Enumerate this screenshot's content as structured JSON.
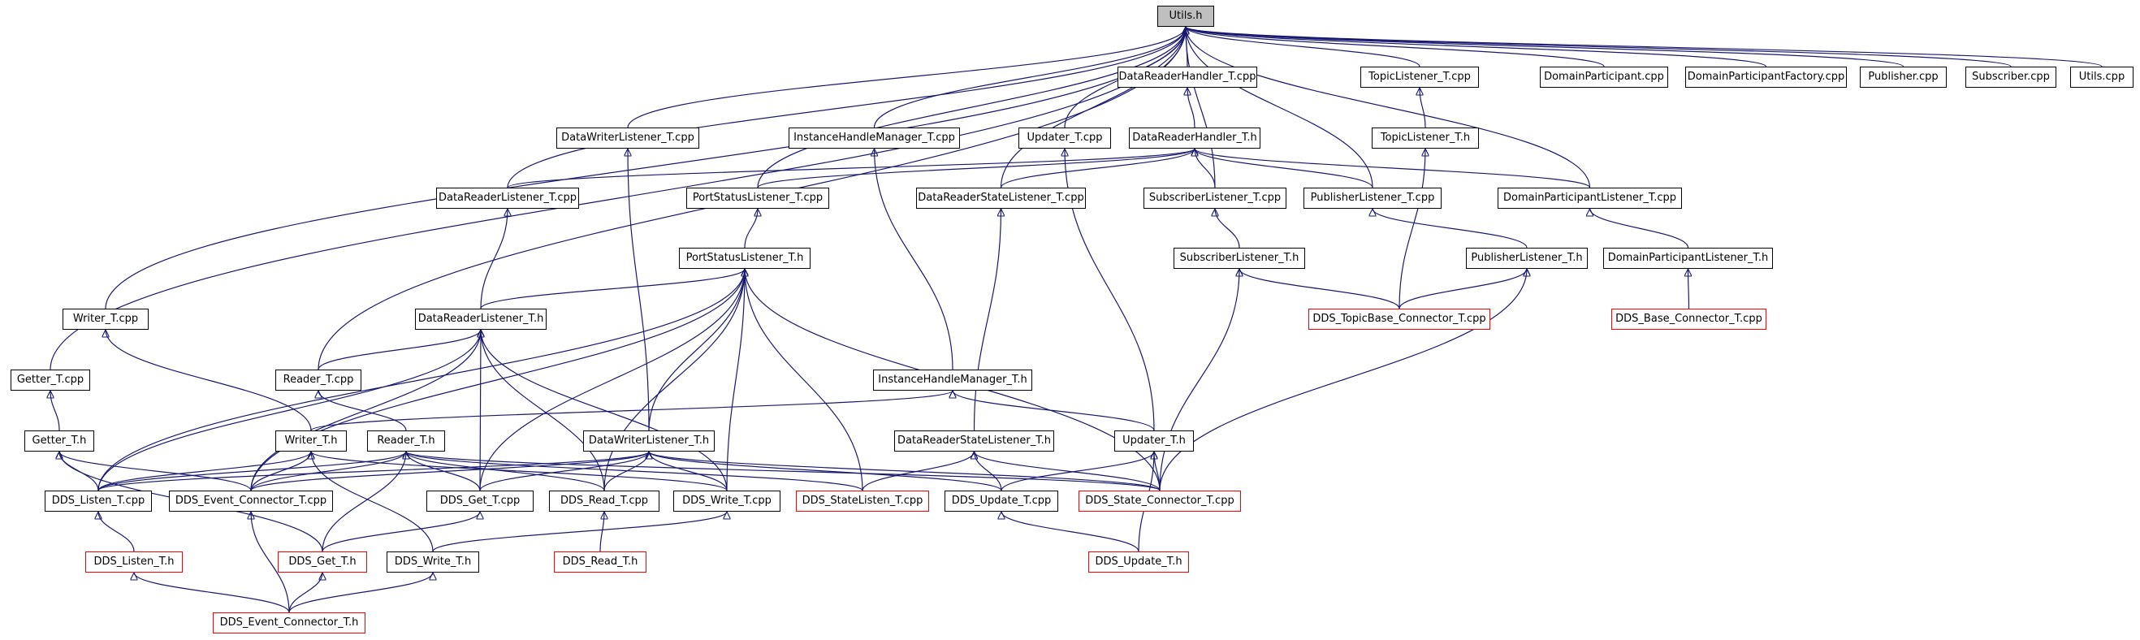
{
  "colors": {
    "edge": "#191970",
    "node_border": "#000000",
    "incomplete_border": "#ff0000",
    "root_fill": "#bfbfbf"
  },
  "nodes": {
    "utils_h": "Utils.h",
    "datareaderhandler_t_cpp": "DataReaderHandler_T.cpp",
    "topiclistener_t_cpp": "TopicListener_T.cpp",
    "domainparticipant_cpp": "DomainParticipant.cpp",
    "domainparticipantfactory_cpp": "DomainParticipantFactory.cpp",
    "publisher_cpp": "Publisher.cpp",
    "subscriber_cpp": "Subscriber.cpp",
    "utils_cpp": "Utils.cpp",
    "datawriterlistener_t_cpp": "DataWriterListener_T.cpp",
    "instancehandlemanager_t_cpp": "InstanceHandleManager_T.cpp",
    "updater_t_cpp": "Updater_T.cpp",
    "datareaderhandler_t_h": "DataReaderHandler_T.h",
    "topiclistener_t_h": "TopicListener_T.h",
    "datareaderlistener_t_cpp": "DataReaderListener_T.cpp",
    "portstatuslistener_t_cpp": "PortStatusListener_T.cpp",
    "datareaderstatelistener_t_cpp": "DataReaderStateListener_T.cpp",
    "subscriberlistener_t_cpp": "SubscriberListener_T.cpp",
    "publisherlistener_t_cpp": "PublisherListener_T.cpp",
    "domainparticipantlistener_t_cpp": "DomainParticipantListener_T.cpp",
    "portstatuslistener_t_h": "PortStatusListener_T.h",
    "subscriberlistener_t_h": "SubscriberListener_T.h",
    "publisherlistener_t_h": "PublisherListener_T.h",
    "domainparticipantlistener_t_h": "DomainParticipantListener_T.h",
    "writer_t_cpp": "Writer_T.cpp",
    "datareaderlistener_t_h": "DataReaderListener_T.h",
    "dds_topicbase_connector_t_cpp": "DDS_TopicBase_Connector_T.cpp",
    "dds_base_connector_t_cpp": "DDS_Base_Connector_T.cpp",
    "getter_t_cpp": "Getter_T.cpp",
    "reader_t_cpp": "Reader_T.cpp",
    "instancehandlemanager_t_h": "InstanceHandleManager_T.h",
    "getter_t_h": "Getter_T.h",
    "writer_t_h": "Writer_T.h",
    "reader_t_h": "Reader_T.h",
    "datawriterlistener_t_h": "DataWriterListener_T.h",
    "datareaderstatelistener_t_h": "DataReaderStateListener_T.h",
    "updater_t_h": "Updater_T.h",
    "dds_listen_t_cpp": "DDS_Listen_T.cpp",
    "dds_event_connector_t_cpp": "DDS_Event_Connector_T.cpp",
    "dds_get_t_cpp": "DDS_Get_T.cpp",
    "dds_read_t_cpp": "DDS_Read_T.cpp",
    "dds_write_t_cpp": "DDS_Write_T.cpp",
    "dds_statelisten_t_cpp": "DDS_StateListen_T.cpp",
    "dds_update_t_cpp": "DDS_Update_T.cpp",
    "dds_state_connector_t_cpp": "DDS_State_Connector_T.cpp",
    "dds_listen_t_h": "DDS_Listen_T.h",
    "dds_get_t_h": "DDS_Get_T.h",
    "dds_write_t_h": "DDS_Write_T.h",
    "dds_read_t_h": "DDS_Read_T.h",
    "dds_update_t_h": "DDS_Update_T.h",
    "dds_event_connector_t_h": "DDS_Event_Connector_T.h"
  },
  "edges": [
    [
      "datareaderhandler_t_cpp",
      "utils_h"
    ],
    [
      "topiclistener_t_cpp",
      "utils_h"
    ],
    [
      "domainparticipant_cpp",
      "utils_h"
    ],
    [
      "domainparticipantfactory_cpp",
      "utils_h"
    ],
    [
      "publisher_cpp",
      "utils_h"
    ],
    [
      "subscriber_cpp",
      "utils_h"
    ],
    [
      "utils_cpp",
      "utils_h"
    ],
    [
      "datawriterlistener_t_cpp",
      "utils_h"
    ],
    [
      "instancehandlemanager_t_cpp",
      "utils_h"
    ],
    [
      "updater_t_cpp",
      "utils_h"
    ],
    [
      "datareaderlistener_t_cpp",
      "utils_h"
    ],
    [
      "portstatuslistener_t_cpp",
      "utils_h"
    ],
    [
      "datareaderstatelistener_t_cpp",
      "utils_h"
    ],
    [
      "subscriberlistener_t_cpp",
      "utils_h"
    ],
    [
      "publisherlistener_t_cpp",
      "utils_h"
    ],
    [
      "domainparticipantlistener_t_cpp",
      "utils_h"
    ],
    [
      "writer_t_cpp",
      "utils_h"
    ],
    [
      "getter_t_cpp",
      "utils_h"
    ],
    [
      "reader_t_cpp",
      "utils_h"
    ],
    [
      "datareaderhandler_t_h",
      "datareaderhandler_t_cpp"
    ],
    [
      "topiclistener_t_h",
      "topiclistener_t_cpp"
    ],
    [
      "datareaderlistener_t_cpp",
      "datareaderhandler_t_h"
    ],
    [
      "portstatuslistener_t_cpp",
      "datareaderhandler_t_h"
    ],
    [
      "datareaderstatelistener_t_cpp",
      "datareaderhandler_t_h"
    ],
    [
      "subscriberlistener_t_cpp",
      "datareaderhandler_t_h"
    ],
    [
      "publisherlistener_t_cpp",
      "datareaderhandler_t_h"
    ],
    [
      "domainparticipantlistener_t_cpp",
      "datareaderhandler_t_h"
    ],
    [
      "portstatuslistener_t_h",
      "portstatuslistener_t_cpp"
    ],
    [
      "subscriberlistener_t_h",
      "subscriberlistener_t_cpp"
    ],
    [
      "publisherlistener_t_h",
      "publisherlistener_t_cpp"
    ],
    [
      "domainparticipantlistener_t_h",
      "domainparticipantlistener_t_cpp"
    ],
    [
      "datareaderlistener_t_h",
      "datareaderlistener_t_cpp"
    ],
    [
      "datareaderlistener_t_h",
      "portstatuslistener_t_h"
    ],
    [
      "dds_topicbase_connector_t_cpp",
      "topiclistener_t_h"
    ],
    [
      "dds_topicbase_connector_t_cpp",
      "subscriberlistener_t_h"
    ],
    [
      "dds_topicbase_connector_t_cpp",
      "publisherlistener_t_h"
    ],
    [
      "dds_base_connector_t_cpp",
      "domainparticipantlistener_t_h"
    ],
    [
      "getter_t_h",
      "getter_t_cpp"
    ],
    [
      "reader_t_h",
      "reader_t_cpp"
    ],
    [
      "reader_t_cpp",
      "datareaderlistener_t_h"
    ],
    [
      "writer_t_h",
      "writer_t_cpp"
    ],
    [
      "datawriterlistener_t_h",
      "datawriterlistener_t_cpp"
    ],
    [
      "datawriterlistener_t_h",
      "portstatuslistener_t_h"
    ],
    [
      "datareaderstatelistener_t_h",
      "datareaderstatelistener_t_cpp"
    ],
    [
      "updater_t_h",
      "updater_t_cpp"
    ],
    [
      "updater_t_h",
      "instancehandlemanager_t_h"
    ],
    [
      "writer_t_h",
      "instancehandlemanager_t_h"
    ],
    [
      "instancehandlemanager_t_h",
      "instancehandlemanager_t_cpp"
    ],
    [
      "dds_listen_t_cpp",
      "getter_t_h"
    ],
    [
      "dds_listen_t_cpp",
      "writer_t_h"
    ],
    [
      "dds_listen_t_cpp",
      "reader_t_h"
    ],
    [
      "dds_listen_t_cpp",
      "datawriterlistener_t_h"
    ],
    [
      "dds_listen_t_cpp",
      "datareaderlistener_t_h"
    ],
    [
      "dds_listen_t_cpp",
      "portstatuslistener_t_h"
    ],
    [
      "dds_event_connector_t_cpp",
      "getter_t_h"
    ],
    [
      "dds_event_connector_t_cpp",
      "writer_t_h"
    ],
    [
      "dds_event_connector_t_cpp",
      "reader_t_h"
    ],
    [
      "dds_event_connector_t_cpp",
      "datawriterlistener_t_h"
    ],
    [
      "dds_event_connector_t_cpp",
      "datareaderlistener_t_h"
    ],
    [
      "dds_event_connector_t_cpp",
      "portstatuslistener_t_h"
    ],
    [
      "dds_get_t_cpp",
      "reader_t_h"
    ],
    [
      "dds_get_t_cpp",
      "datawriterlistener_t_h"
    ],
    [
      "dds_get_t_cpp",
      "datareaderlistener_t_h"
    ],
    [
      "dds_get_t_cpp",
      "portstatuslistener_t_h"
    ],
    [
      "dds_read_t_cpp",
      "reader_t_h"
    ],
    [
      "dds_read_t_cpp",
      "datawriterlistener_t_h"
    ],
    [
      "dds_read_t_cpp",
      "datareaderlistener_t_h"
    ],
    [
      "dds_read_t_cpp",
      "portstatuslistener_t_h"
    ],
    [
      "dds_write_t_cpp",
      "writer_t_h"
    ],
    [
      "dds_write_t_cpp",
      "datawriterlistener_t_h"
    ],
    [
      "dds_write_t_cpp",
      "datareaderlistener_t_h"
    ],
    [
      "dds_write_t_cpp",
      "portstatuslistener_t_h"
    ],
    [
      "dds_statelisten_t_cpp",
      "reader_t_h"
    ],
    [
      "dds_statelisten_t_cpp",
      "datareaderstatelistener_t_h"
    ],
    [
      "dds_statelisten_t_cpp",
      "portstatuslistener_t_h"
    ],
    [
      "dds_update_t_cpp",
      "updater_t_h"
    ],
    [
      "dds_update_t_cpp",
      "datareaderstatelistener_t_h"
    ],
    [
      "dds_update_t_cpp",
      "datawriterlistener_t_h"
    ],
    [
      "dds_state_connector_t_cpp",
      "reader_t_h"
    ],
    [
      "dds_state_connector_t_cpp",
      "datawriterlistener_t_h"
    ],
    [
      "dds_state_connector_t_cpp",
      "datareaderstatelistener_t_h"
    ],
    [
      "dds_state_connector_t_cpp",
      "updater_t_h"
    ],
    [
      "dds_state_connector_t_cpp",
      "portstatuslistener_t_h"
    ],
    [
      "dds_state_connector_t_cpp",
      "subscriberlistener_t_h"
    ],
    [
      "dds_state_connector_t_cpp",
      "publisherlistener_t_h"
    ],
    [
      "dds_listen_t_h",
      "dds_listen_t_cpp"
    ],
    [
      "dds_get_t_h",
      "dds_get_t_cpp"
    ],
    [
      "dds_get_t_h",
      "reader_t_h"
    ],
    [
      "dds_get_t_h",
      "getter_t_h"
    ],
    [
      "dds_write_t_h",
      "dds_write_t_cpp"
    ],
    [
      "dds_write_t_h",
      "writer_t_h"
    ],
    [
      "dds_read_t_h",
      "dds_read_t_cpp"
    ],
    [
      "dds_update_t_h",
      "dds_update_t_cpp"
    ],
    [
      "dds_update_t_h",
      "updater_t_h"
    ],
    [
      "dds_event_connector_t_h",
      "dds_listen_t_h"
    ],
    [
      "dds_event_connector_t_h",
      "dds_get_t_h"
    ],
    [
      "dds_event_connector_t_h",
      "dds_write_t_h"
    ],
    [
      "dds_event_connector_t_h",
      "dds_event_connector_t_cpp"
    ]
  ]
}
